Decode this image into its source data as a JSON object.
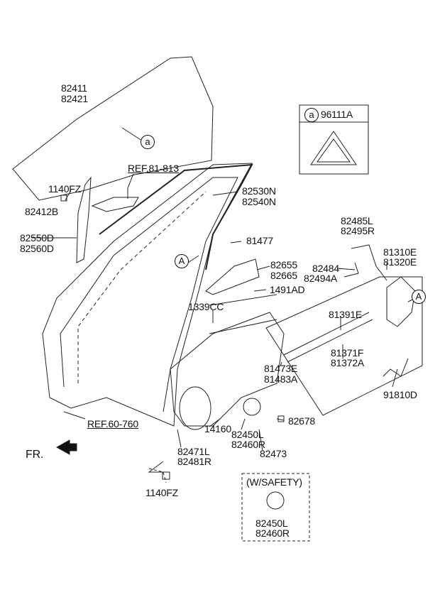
{
  "labels": {
    "glass": [
      "82411",
      "82421"
    ],
    "label_part": "96111A",
    "ref_upper": "REF.81-813",
    "bolt_upper": "1140FZ",
    "glass_holder": "82412B",
    "weatherstrip": [
      "82530N",
      "82540N"
    ],
    "channel": [
      "82550D",
      "82560D"
    ],
    "screw_81477": "81477",
    "handle_bracket": [
      "82655",
      "82665"
    ],
    "rod_clip": [
      "82485L",
      "82495R"
    ],
    "latch": [
      "81310E",
      "81320E"
    ],
    "bracket": [
      "82484",
      "82494A"
    ],
    "nut_1491": "1491AD",
    "clip_1339": "1339CC",
    "cable_upper": "81391E",
    "cable_lower": [
      "81371F",
      "81372A"
    ],
    "clip_81473": [
      "81473E",
      "81483A"
    ],
    "harness": "91810D",
    "ref_lower": "REF.60-760",
    "plug": "14160",
    "motor": [
      "82450L",
      "82460R"
    ],
    "bolt_82678": "82678",
    "bolt_82473": "82473",
    "regulator": [
      "82471L",
      "82481R"
    ],
    "front": "FR.",
    "bolt_lower": "1140FZ",
    "safety_title": "(W/SAFETY)",
    "safety_motor": [
      "82450L",
      "82460R"
    ],
    "callout_a": "a",
    "callout_A": "A"
  }
}
